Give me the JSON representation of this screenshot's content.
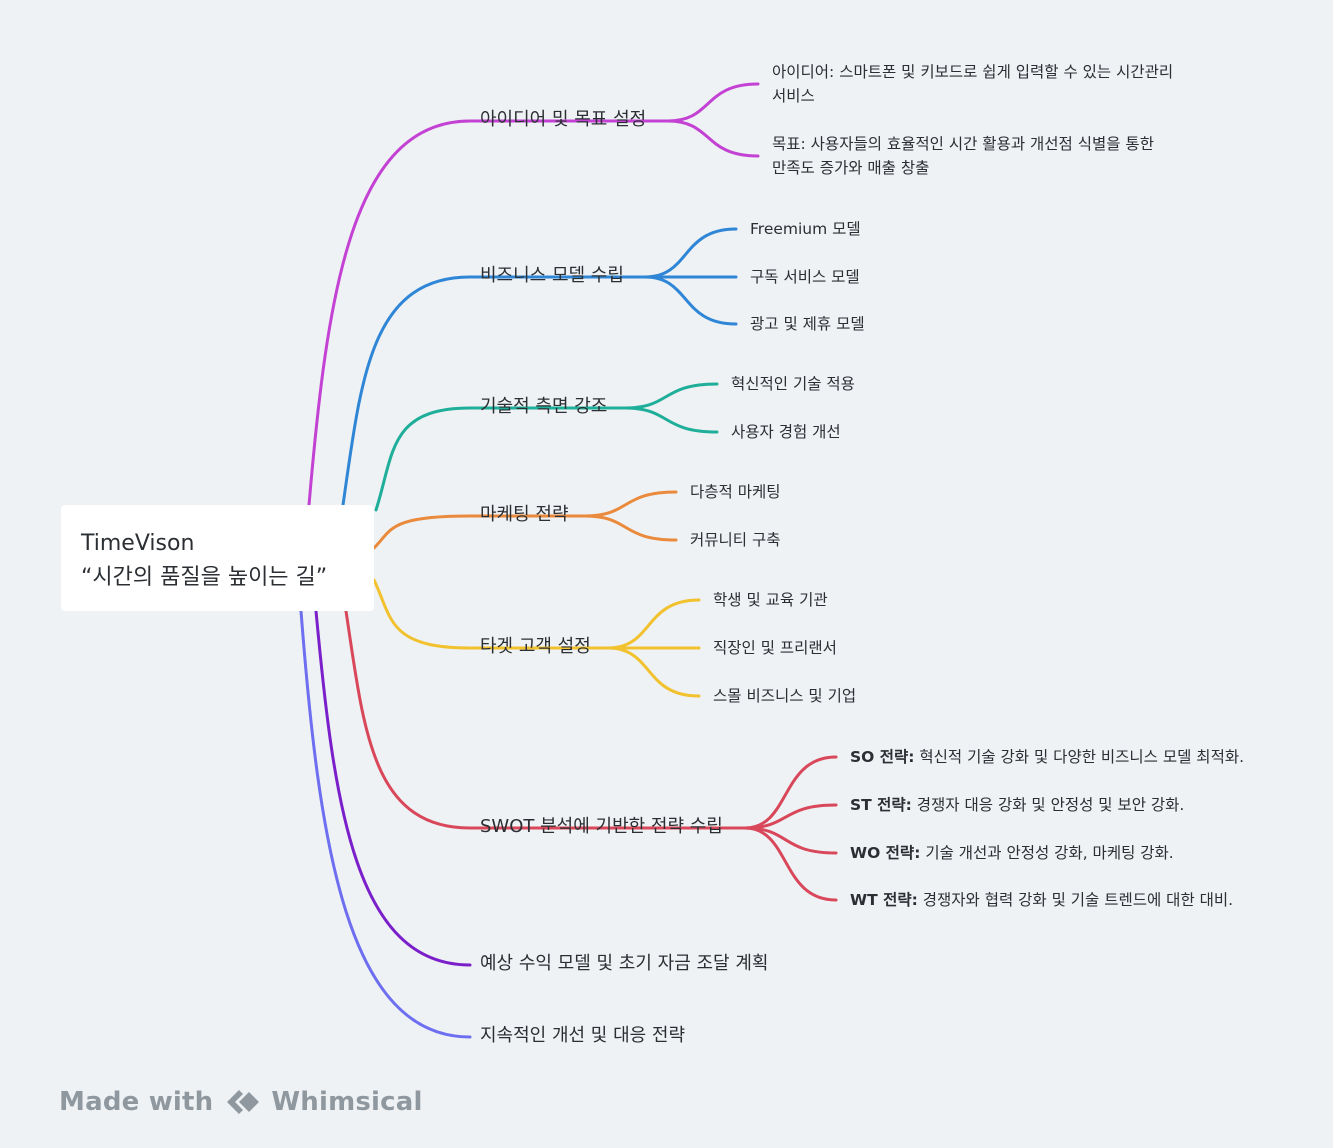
{
  "root": {
    "title_line1": "TimeVison",
    "title_line2": "“시간의 품질을 높이는 길”"
  },
  "branches": [
    {
      "label": "아이디어 및 목표 설정",
      "color": "#c342d4",
      "children": [
        {
          "text": "아이디어: 스마트폰 및 키보드로 쉽게 입력할 수 있는 시간관리",
          "text2": "서비스"
        },
        {
          "text": "목표: 사용자들의 효율적인 시간 활용과 개선점 식별을 통한",
          "text2": "만족도 증가와 매출 창출"
        }
      ]
    },
    {
      "label": "비즈니스 모델 수립",
      "color": "#2f86d6",
      "children": [
        {
          "text": "Freemium 모델"
        },
        {
          "text": "구독 서비스 모델"
        },
        {
          "text": "광고 및 제휴 모델"
        }
      ]
    },
    {
      "label": "기술적 측면 강조",
      "color": "#1fae99",
      "children": [
        {
          "text": "혁신적인 기술 적용"
        },
        {
          "text": "사용자 경험 개선"
        }
      ]
    },
    {
      "label": "마케팅 전략",
      "color": "#ea8a3c",
      "children": [
        {
          "text": "다층적 마케팅"
        },
        {
          "text": "커뮤니티 구축"
        }
      ]
    },
    {
      "label": "타겟 고객 설정",
      "color": "#f2c12e",
      "children": [
        {
          "text": "학생 및 교육 기관"
        },
        {
          "text": "직장인 및 프리랜서"
        },
        {
          "text": "스몰 비즈니스 및 기업"
        }
      ]
    },
    {
      "label": "SWOT 분석에 기반한 전략 수립",
      "color": "#d9475a",
      "children": [
        {
          "bold": "SO 전략:",
          "text": " 혁신적 기술 강화 및 다양한 비즈니스 모델 최적화."
        },
        {
          "bold": "ST 전략:",
          "text": " 경쟁자 대응 강화 및 안정성 및 보안 강화."
        },
        {
          "bold": "WO 전략:",
          "text": " 기술 개선과 안정성 강화, 마케팅 강화."
        },
        {
          "bold": "WT 전략:",
          "text": " 경쟁자와 협력 강화 및 기술 트렌드에 대한 대비."
        }
      ]
    },
    {
      "label": "예상 수익 모델 및 초기 자금 조달 계획",
      "color": "#7a1fc9",
      "children": []
    },
    {
      "label": "지속적인 개선 및 대응 전략",
      "color": "#6e6ef0",
      "children": []
    }
  ],
  "footer": {
    "made_with": "Made with",
    "brand": "Whimsical",
    "logo_icon": "whimsical-logo-icon"
  }
}
